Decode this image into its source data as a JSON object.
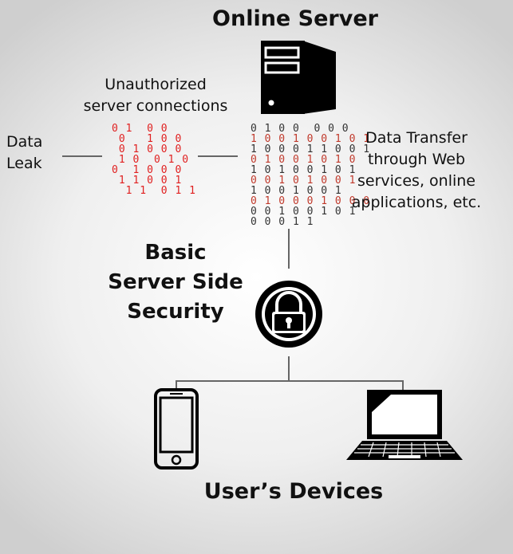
{
  "title": "Online Server",
  "labels": {
    "unauthorized": [
      "Unauthorized",
      "server connections"
    ],
    "data_leak": [
      "Data",
      "Leak"
    ],
    "data_transfer": [
      "Data Transfer",
      "through Web",
      "services, online",
      "applications, etc."
    ],
    "security": [
      "Basic",
      "Server Side",
      "Security"
    ],
    "devices": "User’s Devices"
  },
  "icons": {
    "server": "server-tower-icon",
    "lock": "padlock-icon",
    "phone": "smartphone-icon",
    "laptop": "laptop-icon"
  },
  "colors": {
    "leak_bits": "#e02020",
    "transfer_bits_red": "#c0392b",
    "transfer_bits_dark": "#333333",
    "lines": "#666666"
  }
}
